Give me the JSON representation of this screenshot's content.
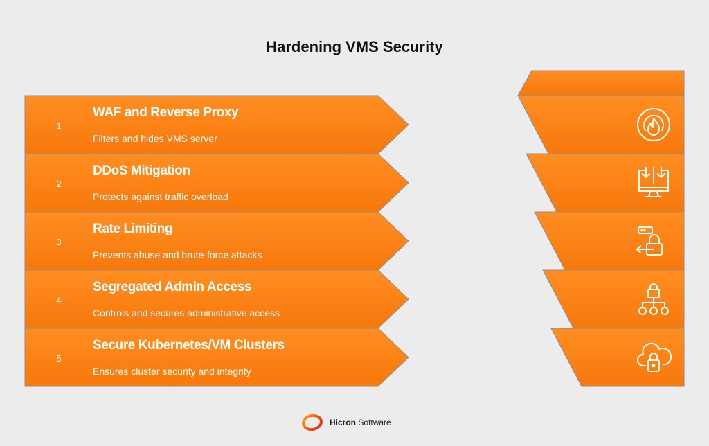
{
  "title": "Hardening VMS Security",
  "colors": {
    "accent": "#ff8a1a",
    "accent_dark": "#f7770a",
    "stroke": "#8a8f96",
    "background": "#ececec"
  },
  "steps": [
    {
      "number": "1",
      "title": "WAF and Reverse Proxy",
      "description": "Filters and hides VMS server",
      "icon": "fire-shield-icon"
    },
    {
      "number": "2",
      "title": "DDoS Mitigation",
      "description": "Protects against traffic overload",
      "icon": "monitor-download-icon"
    },
    {
      "number": "3",
      "title": "Rate Limiting",
      "description": "Prevents abuse and brute-force attacks",
      "icon": "lock-arrow-icon"
    },
    {
      "number": "4",
      "title": "Segregated Admin Access",
      "description": "Controls and secures administrative access",
      "icon": "lock-hierarchy-icon"
    },
    {
      "number": "5",
      "title": "Secure Kubernetes/VM Clusters",
      "description": "Ensures cluster security and integrity",
      "icon": "cloud-lock-icon"
    }
  ],
  "footer": {
    "brand_bold": "Hicron",
    "brand_rest": " Software",
    "logo_icon": "hicron-logo-icon"
  }
}
